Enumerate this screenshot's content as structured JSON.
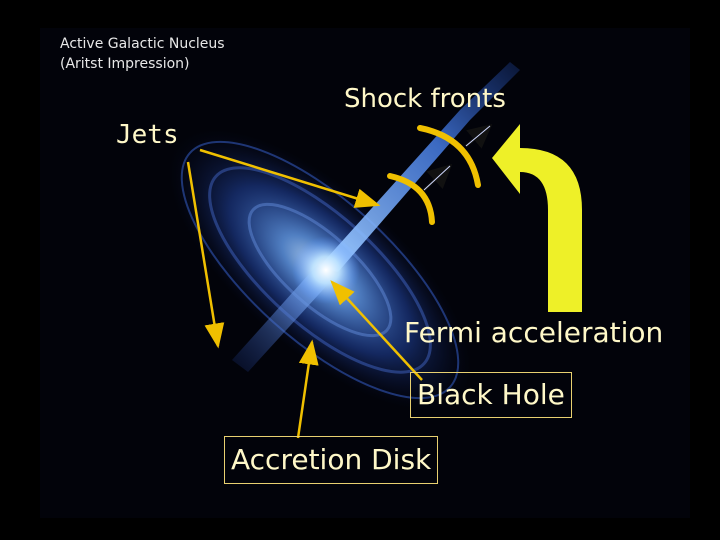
{
  "caption": {
    "title": "Active Galactic Nucleus",
    "subtitle": "(Aritst Impression)"
  },
  "labels": {
    "jets": "Jets",
    "shock_fronts": "Shock fronts",
    "fermi": "Fermi acceleration",
    "black_hole": "Black Hole",
    "accretion_disk": "Accretion Disk"
  },
  "colors": {
    "background": "#000000",
    "arrow": "#f0c000",
    "big_arrow": "#eef028",
    "jet": "#4f8cff",
    "core": "#e8f6ff"
  }
}
